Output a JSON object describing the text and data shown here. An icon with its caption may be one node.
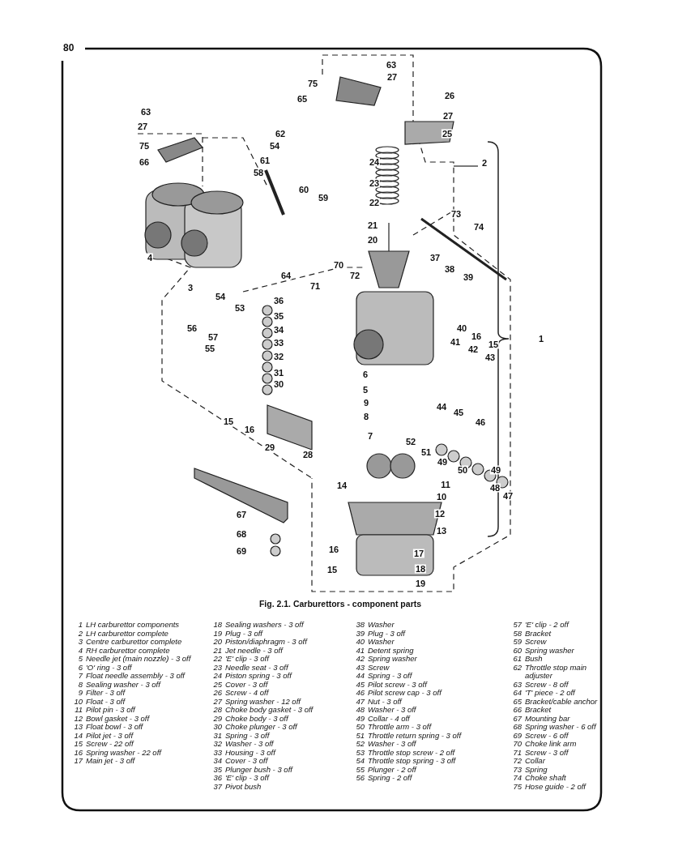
{
  "diagram": {
    "caption": "Fig. 2.1. Carburettors - component parts",
    "labels": [
      "80",
      "63",
      "27",
      "75",
      "65",
      "26",
      "27",
      "25",
      "63",
      "27",
      "75",
      "66",
      "62",
      "54",
      "61",
      "58",
      "60",
      "59",
      "24",
      "2",
      "23",
      "22",
      "21",
      "20",
      "73",
      "74",
      "37",
      "38",
      "39",
      "4",
      "3",
      "64",
      "70",
      "72",
      "71",
      "54",
      "53",
      "36",
      "35",
      "34",
      "33",
      "32",
      "31",
      "30",
      "56",
      "57",
      "55",
      "40",
      "16",
      "15",
      "1",
      "41",
      "42",
      "43",
      "6",
      "5",
      "9",
      "8",
      "15",
      "16",
      "44",
      "45",
      "46",
      "7",
      "52",
      "51",
      "49",
      "50",
      "49",
      "48",
      "47",
      "29",
      "28",
      "11",
      "10",
      "14",
      "12",
      "13",
      "67",
      "68",
      "69",
      "16",
      "15",
      "17",
      "18",
      "19",
      "1",
      "LH carburettor components",
      "2",
      "LH carburettor complete",
      "3",
      "Centre carburettor complete",
      "4",
      "RH carburettor complete",
      "5",
      "Needle jet (main nozzle) - 3 off",
      "6",
      "'O' ring - 3 off",
      "7",
      "Float needle assembly - 3 off",
      "8",
      "Sealing washer - 3 off",
      "9",
      "Filter - 3 off",
      "10",
      "Float - 3 off",
      "11",
      "Pilot pin - 3 off",
      "12",
      "Bowl gasket - 3 off",
      "13",
      "Float bowl - 3 off",
      "14",
      "Pilot jet - 3 off",
      "15",
      "Screw - 22 off",
      "16",
      "Spring washer - 22 off",
      "17",
      "Main jet - 3 off",
      "18",
      "Sealing washers - 3 off",
      "19",
      "Plug - 3 off",
      "20",
      "Piston/diaphragm - 3 off",
      "21",
      "Jet needle - 3 off",
      "22",
      "'E' clip - 3 off",
      "23",
      "Needle seat - 3 off",
      "24",
      "Piston spring - 3 off",
      "25",
      "Cover - 3 off",
      "26",
      "Screw - 4 off",
      "27",
      "Spring washer - 12 off",
      "28",
      "Choke body gasket - 3 off",
      "29",
      "Choke body - 3 off",
      "30",
      "Choke plunger - 3 off",
      "31",
      "Spring - 3 off",
      "32",
      "Washer - 3 off",
      "33",
      "Housing - 3 off",
      "34",
      "Cover - 3 off",
      "35",
      "Plunger bush - 3 off",
      "36",
      "'E' clip - 3 off",
      "37",
      "Pivot bush",
      "38",
      "Washer",
      "39",
      "Plug - 3 off",
      "40",
      "Washer",
      "41",
      "Detent spring",
      "42",
      "Spring washer",
      "43",
      "Screw",
      "44",
      "Spring - 3 off",
      "45",
      "Pilot screw - 3 off",
      "46",
      "Pilot screw cap - 3 off",
      "47",
      "Nut - 3 off",
      "48",
      "Washer - 3 off",
      "49",
      "Collar - 4 off",
      "50",
      "Throttle arm - 3 off",
      "51",
      "Throttle return spring - 3 off",
      "52",
      "Washer - 3 off",
      "53",
      "Throttle stop screw - 2 off",
      "54",
      "Throttle stop spring - 3 off",
      "55",
      "Plunger - 2 off",
      "56",
      "Spring - 2 off",
      "57",
      "'E' clip - 2 off",
      "58",
      "Bracket",
      "59",
      "Screw",
      "60",
      "Spring washer",
      "61",
      "Bush",
      "62",
      "Throttle stop main adjuster",
      "63",
      "Screw - 8 off",
      "64",
      "'T' piece - 2 off",
      "65",
      "Bracket/cable anchor",
      "66",
      "Bracket",
      "67",
      "Mounting bar",
      "68",
      "Spring washer - 6 off",
      "69",
      "Screw - 6 off",
      "70",
      "Choke link arm",
      "71",
      "Screw - 3 off",
      "72",
      "Collar",
      "73",
      "Spring",
      "74",
      "Choke shaft",
      "75",
      "Hose guide - 2 off"
    ]
  }
}
